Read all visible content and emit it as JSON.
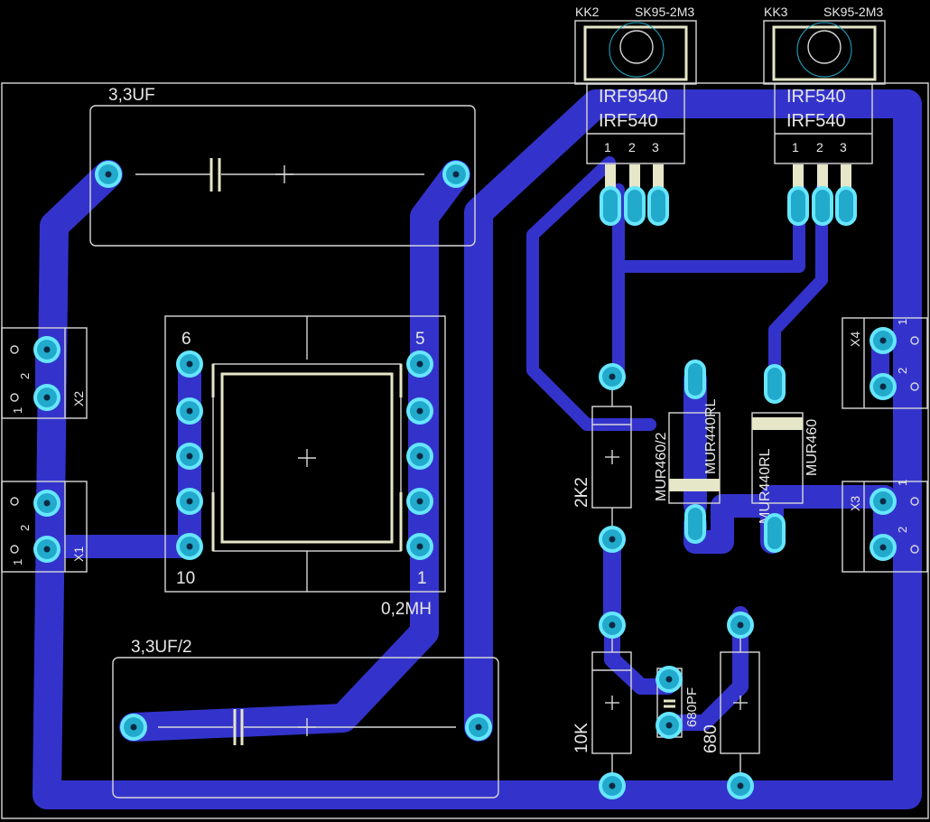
{
  "labels": {
    "cap_top": "3,3UF",
    "cap_bottom": "3,3UF/2",
    "inductor": "0,2MH",
    "inductor_pin_6": "6",
    "inductor_pin_5": "5",
    "inductor_pin_10": "10",
    "inductor_pin_1": "1",
    "heatsink_left": "KK2",
    "heatsink_left_type": "SK95-2M3",
    "heatsink_right": "KK3",
    "heatsink_right_type": "SK95-2M3",
    "q1_line1": "IRF9540",
    "q1_line2": "IRF540",
    "q2_line1": "IRF540",
    "q2_line2": "IRF540",
    "fet_pin1": "1",
    "fet_pin2": "2",
    "fet_pin3": "3",
    "r_2k2": "2K2",
    "r_10k": "10K",
    "r_680": "680",
    "c_680pf": "680PF",
    "d_mur460_2": "MUR460/2",
    "d_mur440rl_a": "MUR440RL",
    "d_mur440rl_b": "MUR440RL",
    "d_mur460": "MUR460",
    "x1": "X1",
    "x2": "X2",
    "x3": "X3",
    "x4": "X4",
    "term_pin1": "1",
    "term_pin2": "2"
  },
  "colors": {
    "board_bg": "#000000",
    "copper_trace": "#3333cc",
    "pad": "#22aacc",
    "silkscreen": "#d8d8d8"
  }
}
